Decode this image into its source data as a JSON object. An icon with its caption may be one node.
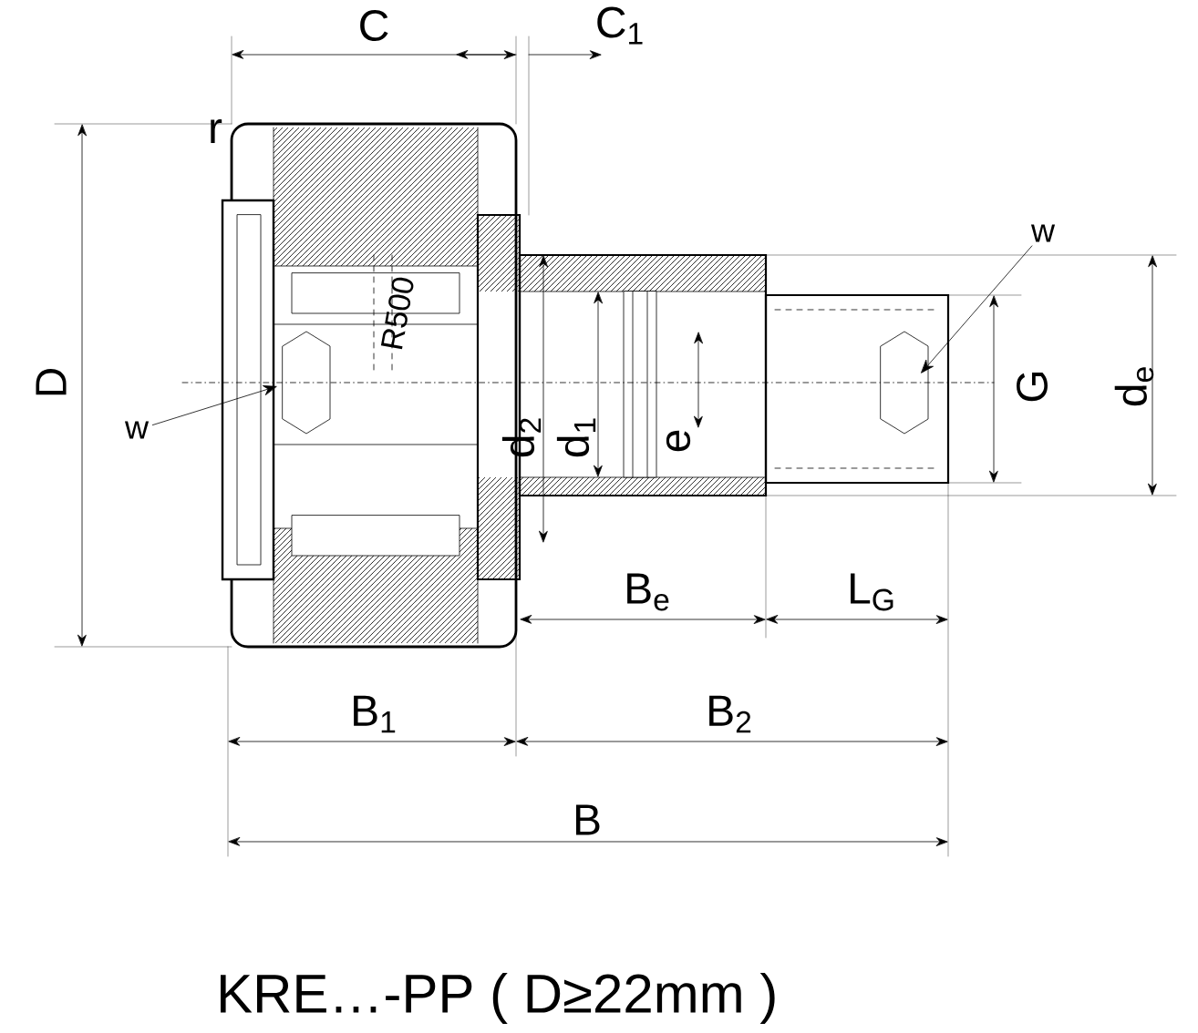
{
  "diagram": {
    "caption": "KRE…-PP ( D≥22mm )",
    "nodes": [
      {
        "text": [
          "w"
        ]
      },
      {
        "text": [
          "w"
        ]
      }
    ],
    "edges": [
      {
        "from": 0,
        "to": null,
        "arrow": "to"
      },
      {
        "from": 1,
        "to": null,
        "arrow": "to"
      }
    ],
    "labels": [
      "C",
      "C$_{1}$",
      "r",
      "D",
      "R500",
      "G",
      "d$_{e}$",
      "d$_{2}$",
      "d$_{1}$",
      "e",
      "B$_{e}$",
      "L$_{G}$",
      "B$_{1}$",
      "B$_{2}$",
      "B"
    ]
  }
}
